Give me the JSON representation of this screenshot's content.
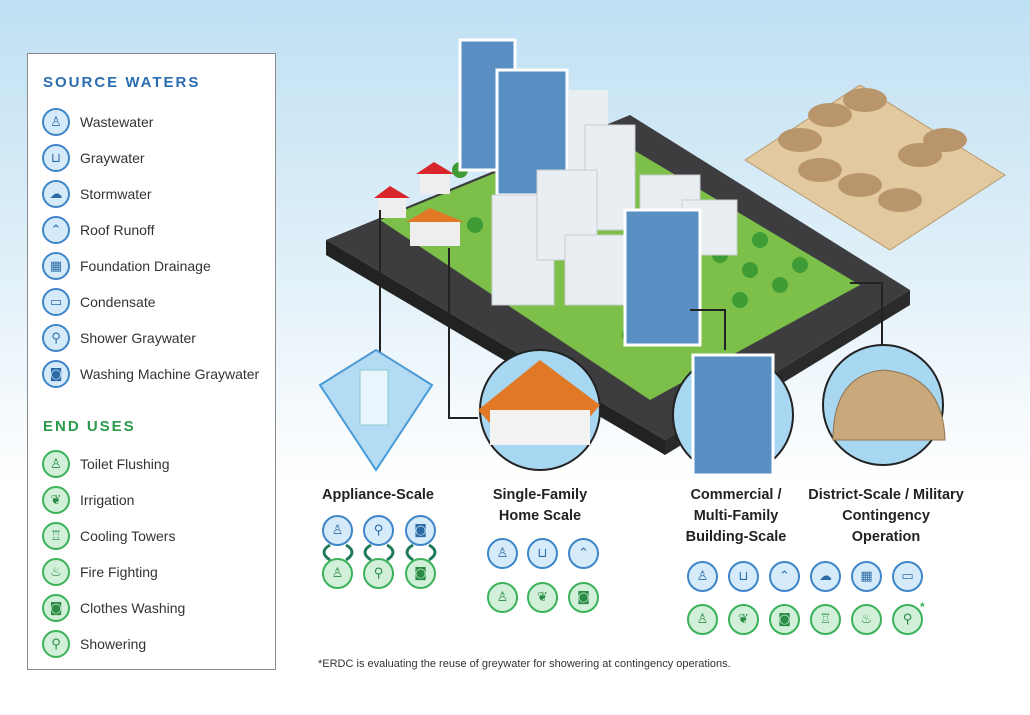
{
  "legend": {
    "source_title": "SOURCE WATERS",
    "sources": [
      {
        "label": "Wastewater",
        "icon": "toilet-icon"
      },
      {
        "label": "Graywater",
        "icon": "sink-icon"
      },
      {
        "label": "Stormwater",
        "icon": "rain-cloud-icon"
      },
      {
        "label": "Roof Runoff",
        "icon": "roof-icon"
      },
      {
        "label": "Foundation Drainage",
        "icon": "foundation-drainage-icon"
      },
      {
        "label": "Condensate",
        "icon": "air-conditioner-icon"
      },
      {
        "label": "Shower Graywater",
        "icon": "shower-icon"
      },
      {
        "label": "Washing Machine Graywater",
        "icon": "washing-machine-icon"
      }
    ],
    "end_title": "END USES",
    "ends": [
      {
        "label": "Toilet Flushing",
        "icon": "toilet-icon"
      },
      {
        "label": "Irrigation",
        "icon": "plant-icon"
      },
      {
        "label": "Cooling Towers",
        "icon": "cooling-tower-icon"
      },
      {
        "label": "Fire Fighting",
        "icon": "flame-icon"
      },
      {
        "label": "Clothes Washing",
        "icon": "washing-machine-icon"
      },
      {
        "label": "Showering",
        "icon": "shower-icon"
      }
    ]
  },
  "scales": [
    {
      "title": "Appliance-Scale",
      "sources": [
        "toilet-icon",
        "shower-icon",
        "washing-machine-icon"
      ],
      "ends": [
        "toilet-icon",
        "shower-icon",
        "washing-machine-icon"
      ]
    },
    {
      "title": "Single-Family Home Scale",
      "sources": [
        "toilet-icon",
        "sink-icon",
        "roof-icon"
      ],
      "ends": [
        "toilet-icon",
        "plant-icon",
        "washing-machine-icon"
      ]
    },
    {
      "title": "Commercial / Multi-Family Building-Scale"
    },
    {
      "title": "District-Scale / Military Contingency Operation"
    }
  ],
  "combined": {
    "sources": [
      "toilet-icon",
      "sink-icon",
      "roof-icon",
      "rain-cloud-icon",
      "foundation-drainage-icon",
      "air-conditioner-icon"
    ],
    "ends": [
      "toilet-icon",
      "plant-icon",
      "washing-machine-icon",
      "cooling-tower-icon",
      "flame-icon",
      "shower-icon"
    ],
    "asterisk": "*"
  },
  "footnote": "*ERDC is evaluating the reuse of greywater for showering at contingency operations.",
  "colors": {
    "source": "#3f86c8",
    "end": "#3bb25a",
    "source_title": "#2a6db0",
    "end_title": "#2a9a4a"
  }
}
